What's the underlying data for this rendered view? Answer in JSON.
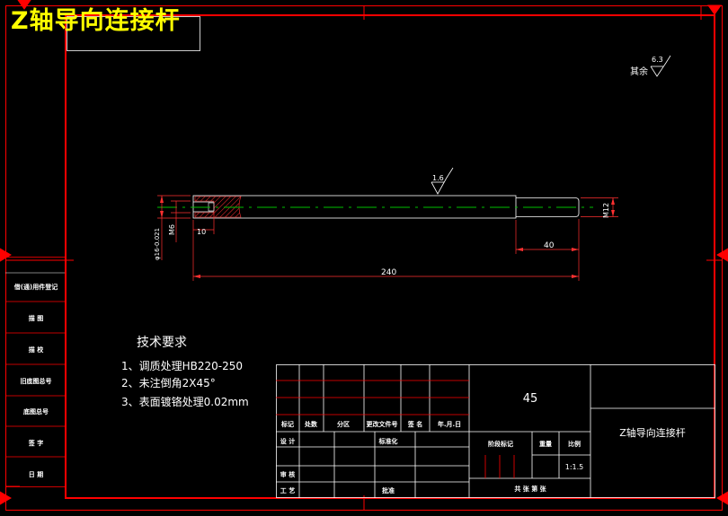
{
  "drawing_title": "Z轴导向连接杆",
  "surface_roughness": {
    "general_label": "其余",
    "general_value": "6.3",
    "local_value": "1.6"
  },
  "dimensions": {
    "overall_length": "240",
    "end_length": "40",
    "end_diameter": "M12",
    "thread": "M6",
    "thread_depth": "10",
    "main_diameter": "φ16-0.021"
  },
  "tech_requirements": {
    "heading": "技术要求",
    "items": [
      "1、调质处理HB220-250",
      "2、未注倒角2X45°",
      "3、表面镀铬处理0.02mm"
    ]
  },
  "side_table": {
    "rows": [
      "借(通)用件登记",
      "描  图",
      "描  校",
      "旧底图总号",
      "底图总号",
      "签  字",
      "日  期"
    ]
  },
  "title_block": {
    "material": "45",
    "part_name": "Z轴导向连接杆",
    "headers": [
      "标记",
      "处数",
      "分区",
      "更改文件号",
      "签 名",
      "年.月.日"
    ],
    "design": "设 计",
    "standardization": "标准化",
    "stage_mark": "阶段标记",
    "weight": "重量",
    "scale": "比例",
    "scale_value": "1:1.5",
    "review": "审 核",
    "process": "工 艺",
    "approve": "批准",
    "sheets": "共  张  第  张"
  }
}
